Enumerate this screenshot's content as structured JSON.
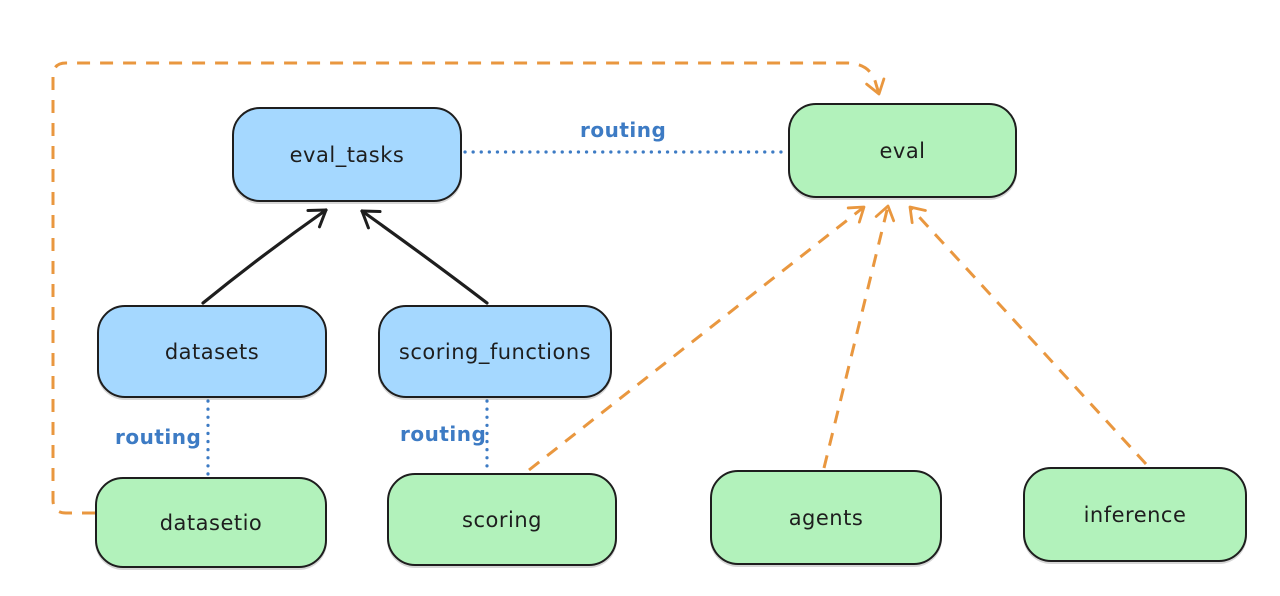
{
  "diagram": {
    "type": "flowchart",
    "background": "#ffffff",
    "nodes": [
      {
        "id": "eval_tasks",
        "label": "eval_tasks",
        "kind": "resource-registry",
        "fill": "#a5d8ff"
      },
      {
        "id": "eval",
        "label": "eval",
        "kind": "api",
        "fill": "#b2f2bb"
      },
      {
        "id": "datasets",
        "label": "datasets",
        "kind": "resource-registry",
        "fill": "#a5d8ff"
      },
      {
        "id": "scoring_functions",
        "label": "scoring_functions",
        "kind": "resource-registry",
        "fill": "#a5d8ff"
      },
      {
        "id": "datasetio",
        "label": "datasetio",
        "kind": "api",
        "fill": "#b2f2bb"
      },
      {
        "id": "scoring",
        "label": "scoring",
        "kind": "api",
        "fill": "#b2f2bb"
      },
      {
        "id": "agents",
        "label": "agents",
        "kind": "api",
        "fill": "#b2f2bb"
      },
      {
        "id": "inference",
        "label": "inference",
        "kind": "api",
        "fill": "#b2f2bb"
      }
    ],
    "edges": [
      {
        "from": "datasets",
        "to": "eval_tasks",
        "style": "solid-black-arrow",
        "label": ""
      },
      {
        "from": "scoring_functions",
        "to": "eval_tasks",
        "style": "solid-black-arrow",
        "label": ""
      },
      {
        "from": "eval_tasks",
        "to": "eval",
        "style": "dotted-blue",
        "label": "routing"
      },
      {
        "from": "datasets",
        "to": "datasetio",
        "style": "dotted-blue",
        "label": "routing"
      },
      {
        "from": "scoring_functions",
        "to": "scoring",
        "style": "dotted-blue",
        "label": "routing"
      },
      {
        "from": "datasetio",
        "to": "eval",
        "style": "dashed-orange-arrow",
        "label": ""
      },
      {
        "from": "scoring",
        "to": "eval",
        "style": "dashed-orange-arrow",
        "label": ""
      },
      {
        "from": "agents",
        "to": "eval",
        "style": "dashed-orange-arrow",
        "label": ""
      },
      {
        "from": "inference",
        "to": "eval",
        "style": "dashed-orange-arrow",
        "label": ""
      }
    ],
    "edge_labels": {
      "routing_eval": "routing",
      "routing_datasetio": "routing",
      "routing_scoring": "routing"
    },
    "colors": {
      "node_blue_fill": "#a5d8ff",
      "node_green_fill": "#b2f2bb",
      "node_stroke": "#1e1e1e",
      "routing_line_blue": "#3d7bc4",
      "provider_arrow_orange": "#e9973f",
      "dependency_arrow_black": "#1e1e1e",
      "background": "#ffffff"
    }
  }
}
